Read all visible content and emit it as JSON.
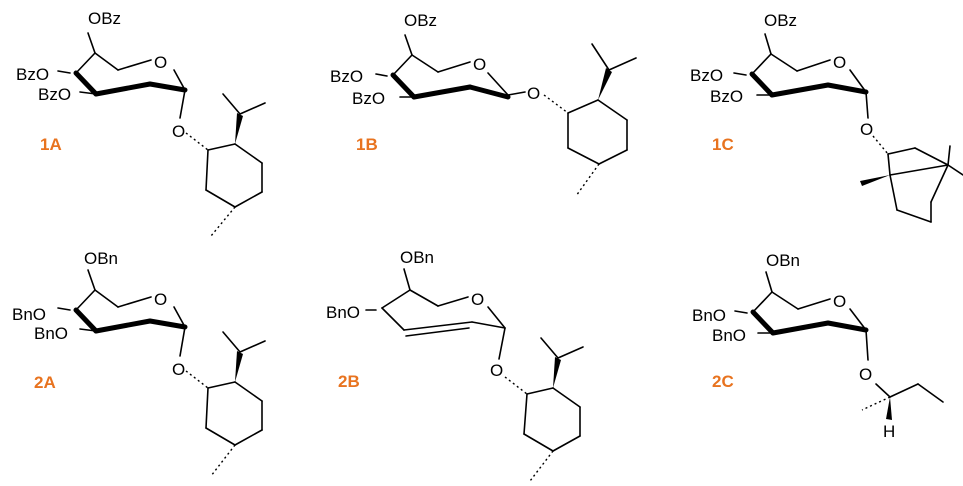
{
  "label_color": "#E8731F",
  "compounds": [
    {
      "id": "1A",
      "label": "1A",
      "groups": [
        "OBz",
        "BzO",
        "BzO",
        "O",
        "O"
      ]
    },
    {
      "id": "1B",
      "label": "1B",
      "groups": [
        "OBz",
        "BzO",
        "BzO",
        "O",
        "O"
      ]
    },
    {
      "id": "1C",
      "label": "1C",
      "groups": [
        "OBz",
        "BzO",
        "BzO",
        "O",
        "O"
      ]
    },
    {
      "id": "2A",
      "label": "2A",
      "groups": [
        "OBn",
        "BnO",
        "BnO",
        "O",
        "O"
      ]
    },
    {
      "id": "2B",
      "label": "2B",
      "groups": [
        "OBn",
        "BnO",
        "O",
        "O"
      ]
    },
    {
      "id": "2C",
      "label": "2C",
      "groups": [
        "OBn",
        "BnO",
        "BnO",
        "O",
        "O",
        "H"
      ]
    }
  ]
}
